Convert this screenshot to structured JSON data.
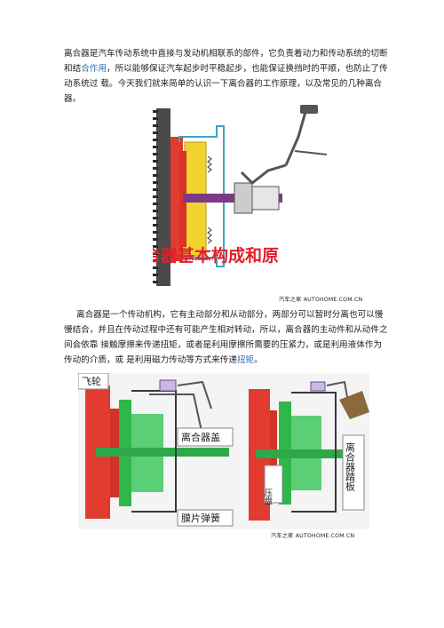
{
  "paragraphs": {
    "p1": {
      "a": "离合器是汽车传动系统中直接与发动机相联系的部件，它负责着动力和传动系统的切断和结",
      "link": "合作用",
      "b": "，所以能够保证汽车起步时平稳起步，也能保证换挡时的平顺，也防止了传动系统过 载。今天我们就来简单的认识一下离合器的工作原理，以及常见的几种离合器。"
    },
    "p2": {
      "a": "离合器是一个传动机构，它有主动部分和从动部分，两部分可以暂时分离也可以慢慢结合，并且在传动过程中还有可能产生相对转动，所以，离合器的主动件和从动件之间会依靠 接触摩擦来传递扭矩，或者是利用摩擦所需要的压紧力，或是利用液体作为传动的介质，或 是利用磁力传动等方式来传递",
      "link": "扭矩",
      "b": "。"
    }
  },
  "figures": {
    "fig1": {
      "overlay_text": "合器基本构成和原",
      "caption": "汽车之家 AUTOHOME.COM.CN"
    },
    "fig2": {
      "label_flywheel": "飞轮",
      "label_clutch_cover": "离合器盖",
      "label_diaphragm_spring": "膜片弹簧",
      "label_pressure_plate": "压盘",
      "label_clutch_pedal": "离合器踏板",
      "caption": "汽车之家 AUTOHOME.COM.CN"
    }
  },
  "colors": {
    "link": "#2a6fb0",
    "housing_red": "#e23b30",
    "plate_yellow": "#f2d22e",
    "disc_green": "#2fb84a",
    "shaft_purple": "#7a3a86",
    "overlay_red": "#e0202a"
  }
}
